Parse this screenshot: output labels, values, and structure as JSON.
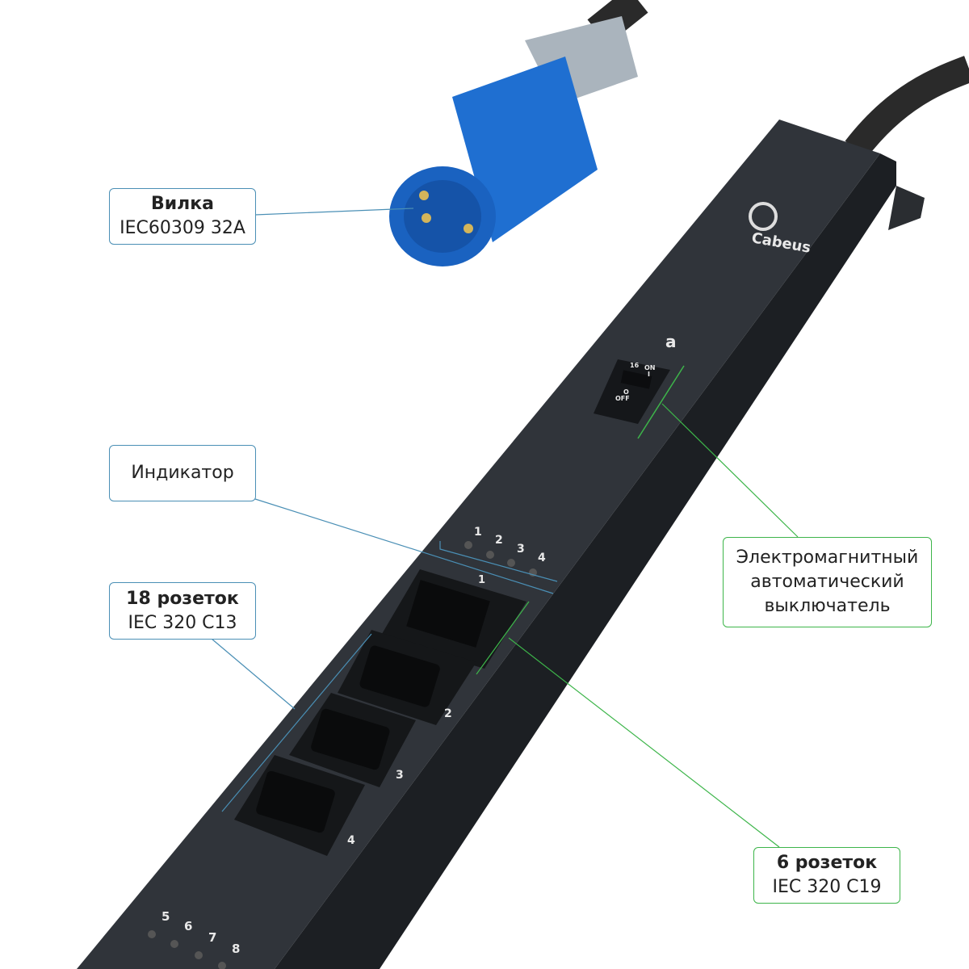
{
  "colors": {
    "callout_left": "#4a8fb5",
    "callout_right": "#3db54a",
    "pdu_body": "#2c3036",
    "plug_blue": "#1f6fd1"
  },
  "callouts": {
    "plug": {
      "title": "Вилка",
      "subtitle": "IEC60309 32A"
    },
    "indicator": {
      "title": "Индикатор"
    },
    "c13": {
      "title": "18 розеток",
      "subtitle": "IEC 320 C13"
    },
    "breaker": {
      "line1": "Электромагнитный",
      "line2": "автоматический",
      "line3": "выключатель"
    },
    "c19": {
      "title": "6 розеток",
      "subtitle": "IEC 320 C19"
    }
  },
  "device": {
    "brand": "Cabeus",
    "breaker_letter": "a",
    "switch": {
      "rating": "16",
      "on": "ON",
      "on_mark": "I",
      "off_mark": "O",
      "off": "OFF"
    },
    "indicators_top": [
      "1",
      "2",
      "3",
      "4"
    ],
    "sockets": [
      "1",
      "2",
      "3",
      "4"
    ],
    "indicators_bottom": [
      "5",
      "6",
      "7",
      "8"
    ]
  }
}
